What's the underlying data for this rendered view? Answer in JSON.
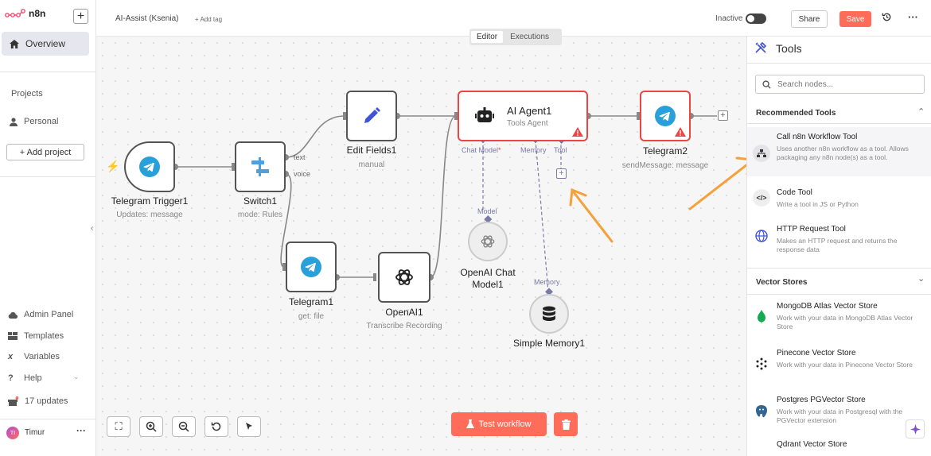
{
  "app": {
    "name": "n8n"
  },
  "sidebar": {
    "overview_label": "Overview",
    "projects_label": "Projects",
    "personal_label": "Personal",
    "add_project_label": "+ Add project",
    "bottom_items": [
      {
        "label": "Admin Panel",
        "icon": "admin-icon"
      },
      {
        "label": "Templates",
        "icon": "templates-icon"
      },
      {
        "label": "Variables",
        "icon": "variables-icon"
      },
      {
        "label": "Help",
        "icon": "help-icon"
      },
      {
        "label": "17 updates",
        "icon": "gift-icon"
      }
    ],
    "user": {
      "name": "Timur",
      "initials": "TI"
    }
  },
  "header": {
    "workflow_name": "AI-Assist (Ksenia)",
    "add_tag_label": "+ Add tag",
    "status_label": "Inactive",
    "share_label": "Share",
    "save_label": "Save",
    "tabs": [
      {
        "label": "Editor",
        "active": true
      },
      {
        "label": "Executions",
        "active": false
      }
    ]
  },
  "nodes": {
    "telegram_trigger": {
      "title": "Telegram Trigger1",
      "subtitle": "Updates: message"
    },
    "switch": {
      "title": "Switch1",
      "subtitle": "mode: Rules",
      "out_text": "text",
      "out_voice": "voice"
    },
    "edit_fields": {
      "title": "Edit Fields1",
      "subtitle": "manual"
    },
    "telegram1": {
      "title": "Telegram1",
      "subtitle": "get: file"
    },
    "openai": {
      "title": "OpenAI1",
      "subtitle": "Transcribe Recording"
    },
    "ai_agent": {
      "title": "AI Agent1",
      "subtitle": "Tools Agent",
      "conn_chat": "Chat Model",
      "conn_memory": "Memory",
      "conn_tool": "Tool"
    },
    "telegram2": {
      "title": "Telegram2",
      "subtitle": "sendMessage: message"
    },
    "openai_chat": {
      "title": "OpenAI Chat",
      "title2": "Model1",
      "conn_label": "Model"
    },
    "simple_memory": {
      "title": "Simple Memory1",
      "conn_label": "Memory"
    }
  },
  "canvas": {
    "test_label": "Test workflow"
  },
  "panel": {
    "title": "Tools",
    "search_placeholder": "Search nodes...",
    "sections": [
      {
        "title": "Recommended Tools",
        "items": [
          {
            "title": "Call n8n Workflow Tool",
            "desc": "Uses another n8n workflow as a tool. Allows packaging any n8n node(s) as a tool.",
            "icon": "sitemap-icon"
          },
          {
            "title": "Code Tool",
            "desc": "Write a tool in JS or Python",
            "icon": "code-icon"
          },
          {
            "title": "HTTP Request Tool",
            "desc": "Makes an HTTP request and returns the response data",
            "icon": "globe-icon"
          }
        ]
      },
      {
        "title": "Vector Stores",
        "items": [
          {
            "title": "MongoDB Atlas Vector Store",
            "desc": "Work with your data in MongoDB Atlas Vector Store",
            "icon": "mongodb-icon"
          },
          {
            "title": "Pinecone Vector Store",
            "desc": "Work with your data in Pinecone Vector Store",
            "icon": "pinecone-icon"
          },
          {
            "title": "Postgres PGVector Store",
            "desc": "Work with your data in Postgresql with the PGVector extension",
            "icon": "postgres-icon"
          },
          {
            "title": "Qdrant Vector Store",
            "desc": "",
            "icon": "qdrant-icon"
          }
        ]
      }
    ]
  }
}
